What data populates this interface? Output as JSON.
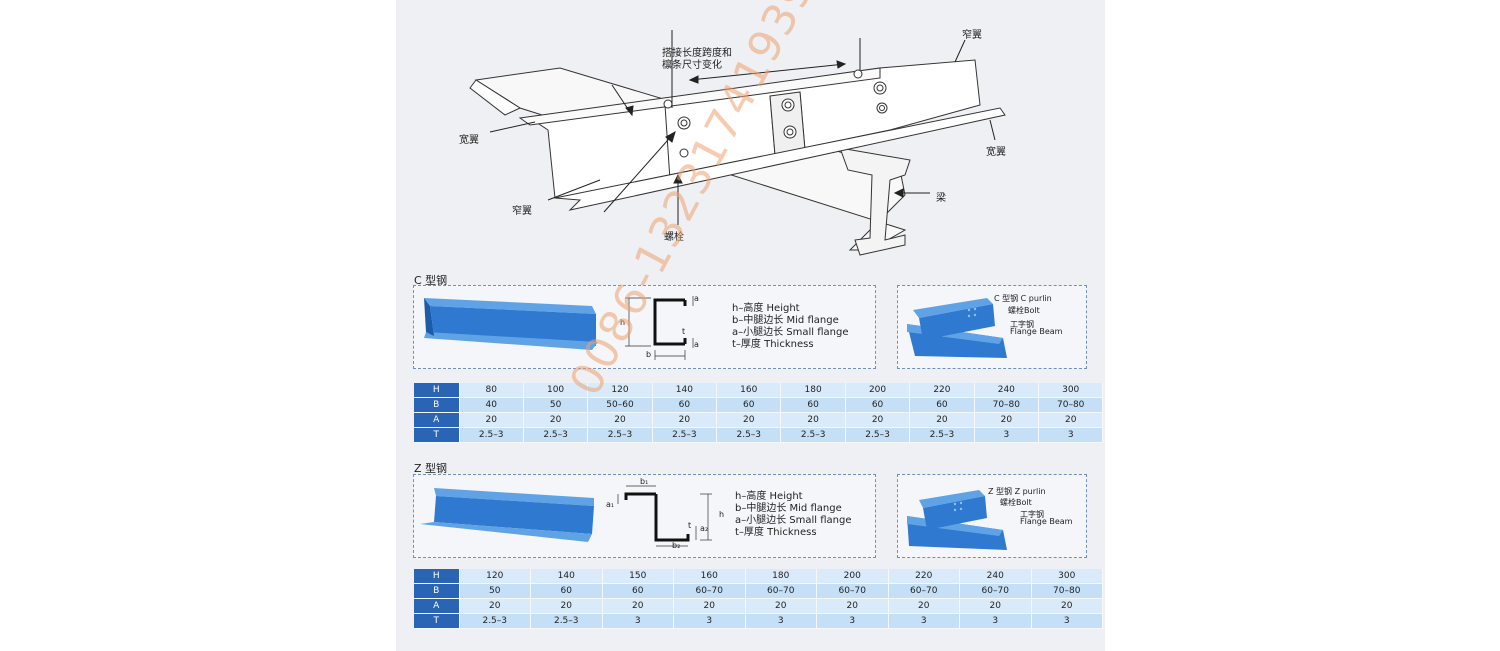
{
  "diagram": {
    "labels": {
      "lap_note_line1": "搭接长度跨度和",
      "lap_note_line2": "檩条尺寸变化",
      "narrow_top": "窄翼",
      "wide_left": "宽翼",
      "wide_right": "宽翼",
      "narrow_bottom": "窄翼",
      "beam": "梁",
      "bolt": "螺栓"
    }
  },
  "c_section": {
    "title": "C 型钢",
    "dims": {
      "h": "h",
      "b": "b",
      "a_top": "a",
      "a_bottom": "a",
      "t": "t"
    },
    "legend": [
      "h–高度 Height",
      "b–中腿边长 Mid flange",
      "a–小腿边长 Small flange",
      "t–厚度 Thickness"
    ],
    "install_labels": {
      "purlin": "C 型钢  C purlin",
      "bolt": "螺栓Bolt",
      "beam_cn": "工字钢",
      "beam_en": "Flange Beam"
    },
    "table": {
      "rows": [
        {
          "label": "H",
          "values": [
            "80",
            "100",
            "120",
            "140",
            "160",
            "180",
            "200",
            "220",
            "240",
            "300"
          ]
        },
        {
          "label": "B",
          "values": [
            "40",
            "50",
            "50–60",
            "60",
            "60",
            "60",
            "60",
            "60",
            "70–80",
            "70–80"
          ]
        },
        {
          "label": "A",
          "values": [
            "20",
            "20",
            "20",
            "20",
            "20",
            "20",
            "20",
            "20",
            "20",
            "20"
          ]
        },
        {
          "label": "T",
          "values": [
            "2.5–3",
            "2.5–3",
            "2.5–3",
            "2.5–3",
            "2.5–3",
            "2.5–3",
            "2.5–3",
            "2.5–3",
            "3",
            "3"
          ]
        }
      ]
    }
  },
  "z_section": {
    "title": "Z 型钢",
    "dims": {
      "h": "h",
      "b1": "b₁",
      "b2": "b₂",
      "a1": "a₁",
      "a2": "a₂",
      "t": "t"
    },
    "legend": [
      "h–高度 Height",
      "b–中腿边长 Mid flange",
      "a–小腿边长 Small flange",
      "t–厚度 Thickness"
    ],
    "install_labels": {
      "purlin": "Z 型钢  Z purlin",
      "bolt": "螺栓Bolt",
      "beam_cn": "工字钢",
      "beam_en": "Flange Beam"
    },
    "table": {
      "rows": [
        {
          "label": "H",
          "values": [
            "120",
            "140",
            "150",
            "160",
            "180",
            "200",
            "220",
            "240",
            "300"
          ]
        },
        {
          "label": "B",
          "values": [
            "50",
            "60",
            "60",
            "60–70",
            "60–70",
            "60–70",
            "60–70",
            "60–70",
            "70–80"
          ]
        },
        {
          "label": "A",
          "values": [
            "20",
            "20",
            "20",
            "20",
            "20",
            "20",
            "20",
            "20",
            "20"
          ]
        },
        {
          "label": "T",
          "values": [
            "2.5–3",
            "2.5–3",
            "3",
            "3",
            "3",
            "3",
            "3",
            "3",
            "3"
          ]
        }
      ]
    }
  },
  "watermark": "0086-13231741939",
  "colors": {
    "steel_blue": "#2f7ad0",
    "header_blue": "#2a64b4",
    "row_light": "#d9ebfa",
    "row_dark": "#c5e0f6"
  }
}
